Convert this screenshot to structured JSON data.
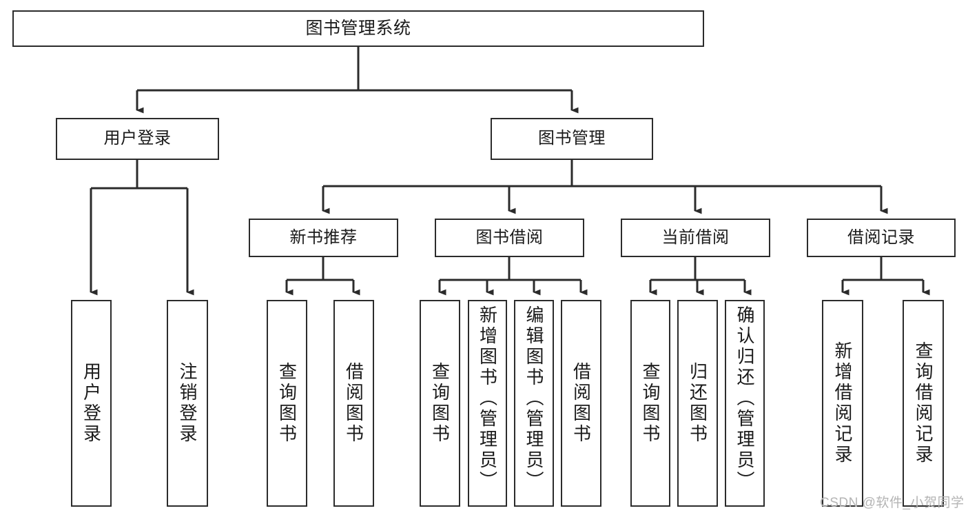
{
  "diagram": {
    "title": "图书管理系统",
    "type": "tree-hierarchy",
    "root": {
      "label": "图书管理系统",
      "id": "root"
    },
    "level2": [
      {
        "id": "user-login",
        "label": "用户登录"
      },
      {
        "id": "book-management",
        "label": "图书管理"
      }
    ],
    "level3": [
      {
        "id": "new-book-recommend",
        "label": "新书推荐"
      },
      {
        "id": "book-borrow",
        "label": "图书借阅"
      },
      {
        "id": "current-borrow",
        "label": "当前借阅"
      },
      {
        "id": "borrow-record",
        "label": "借阅记录"
      }
    ],
    "leaves": {
      "user_login": [
        {
          "id": "leaf-user-login",
          "label": "用户登录"
        },
        {
          "id": "leaf-logout-login",
          "label": "注销登录"
        }
      ],
      "new_book_recommend": [
        {
          "id": "leaf-query-book-1",
          "label": "查询图书"
        },
        {
          "id": "leaf-borrow-book-1",
          "label": "借阅图书"
        }
      ],
      "book_borrow": [
        {
          "id": "leaf-query-book-2",
          "label": "查询图书"
        },
        {
          "id": "leaf-add-book",
          "label": "新增图书（管理员）"
        },
        {
          "id": "leaf-edit-book",
          "label": "编辑图书（管理员）"
        },
        {
          "id": "leaf-borrow-book-2",
          "label": "借阅图书"
        }
      ],
      "current_borrow": [
        {
          "id": "leaf-query-book-3",
          "label": "查询图书"
        },
        {
          "id": "leaf-return-book",
          "label": "归还图书"
        },
        {
          "id": "leaf-confirm-return",
          "label": "确认归还（管理员）"
        }
      ],
      "borrow_record": [
        {
          "id": "leaf-add-record",
          "label": "新增借阅记录"
        },
        {
          "id": "leaf-query-record",
          "label": "查询借阅记录"
        }
      ]
    }
  },
  "watermark": {
    "text": "CSDN @软件_小贺同学"
  },
  "colors": {
    "box_border": "#2b2b2b",
    "connector": "#2b2b2b",
    "text": "#1a1a1a",
    "background": "#ffffff",
    "watermark": "#b4b4b4"
  }
}
